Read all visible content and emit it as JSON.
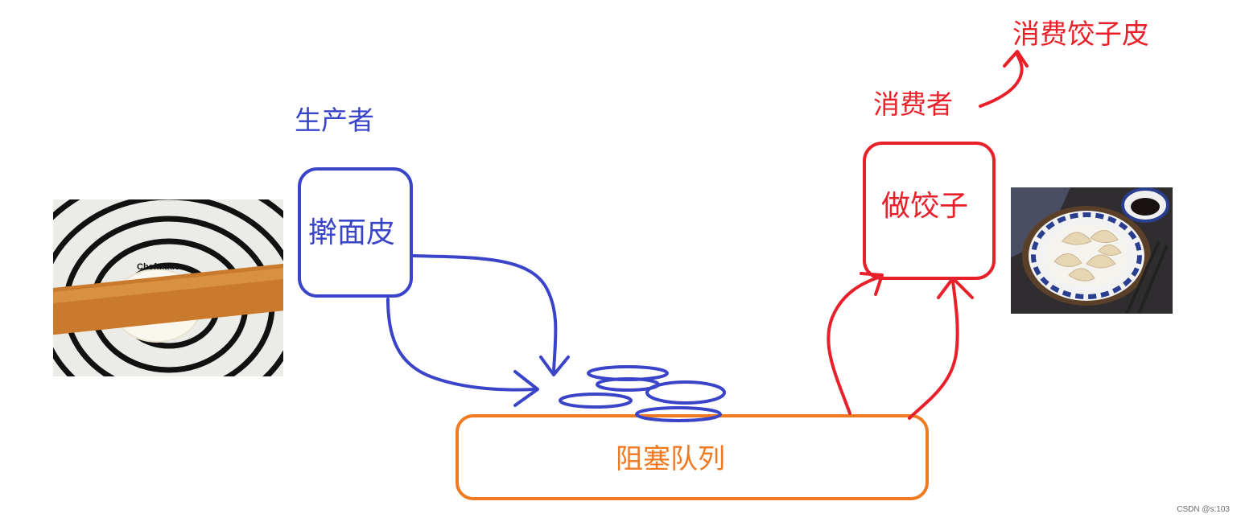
{
  "colors": {
    "producer": "#3a44c9",
    "consumer": "#e8202a",
    "queue": "#f07a21"
  },
  "producer": {
    "role_label": "生产者",
    "action_label": "擀面皮",
    "photo_icon": "rolling-pin-on-mat-photo",
    "photo_brand_text": "Chefmade"
  },
  "consumer": {
    "role_label": "消费者",
    "action_label": "做饺子",
    "consume_label": "消费饺子皮",
    "photo_icon": "dumplings-plate-photo"
  },
  "queue": {
    "label": "阻塞队列",
    "item_icon": "dumpling-wrapper-icon"
  },
  "watermark": "CSDN @s:103"
}
